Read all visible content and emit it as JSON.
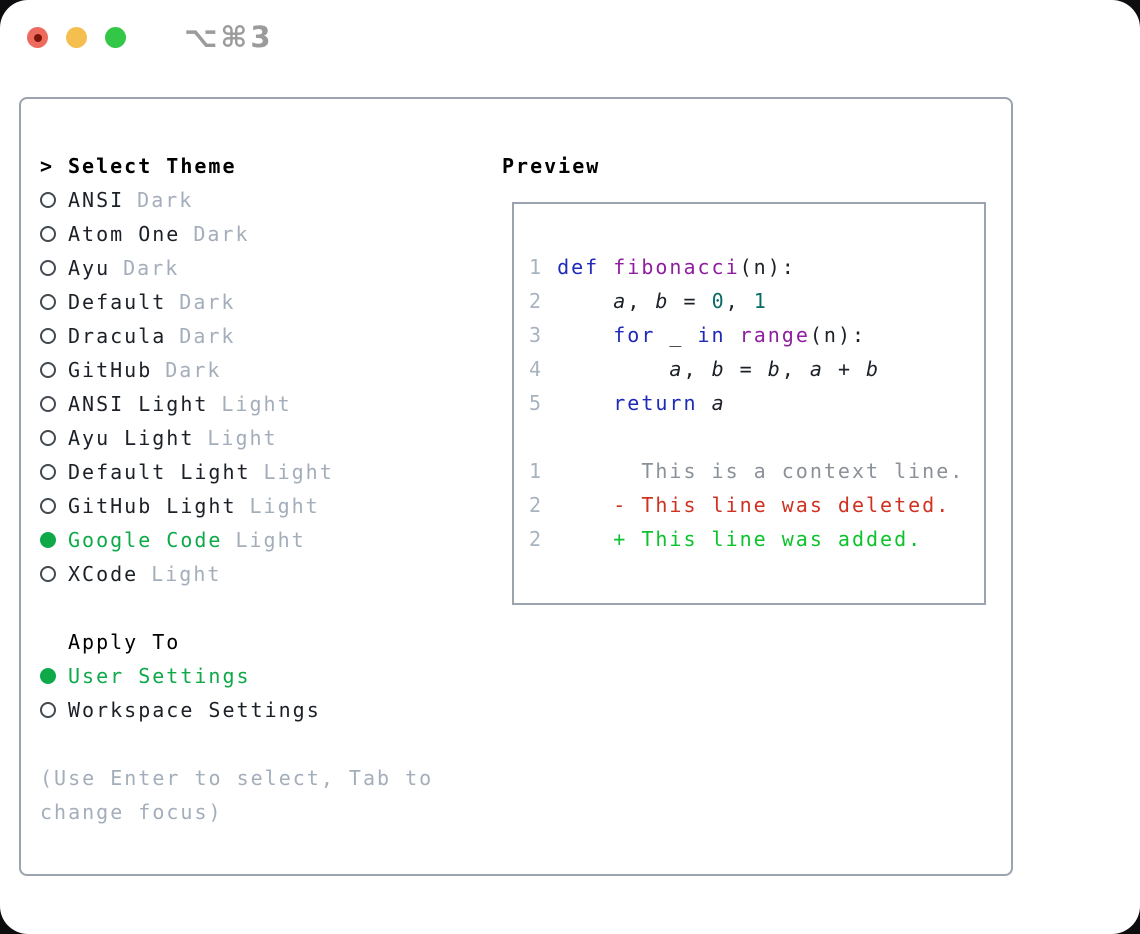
{
  "window": {
    "title": "⌥⌘3"
  },
  "theme_picker": {
    "focus_indicator": ">",
    "header": "Select Theme",
    "items": [
      {
        "label": "ANSI",
        "variant": "Dark",
        "selected": false
      },
      {
        "label": "Atom One",
        "variant": "Dark",
        "selected": false
      },
      {
        "label": "Ayu",
        "variant": "Dark",
        "selected": false
      },
      {
        "label": "Default",
        "variant": "Dark",
        "selected": false
      },
      {
        "label": "Dracula",
        "variant": "Dark",
        "selected": false
      },
      {
        "label": "GitHub",
        "variant": "Dark",
        "selected": false
      },
      {
        "label": "ANSI Light",
        "variant": "Light",
        "selected": false
      },
      {
        "label": "Ayu Light",
        "variant": "Light",
        "selected": false
      },
      {
        "label": "Default Light",
        "variant": "Light",
        "selected": false
      },
      {
        "label": "GitHub Light",
        "variant": "Light",
        "selected": false
      },
      {
        "label": "Google Code",
        "variant": "Light",
        "selected": true
      },
      {
        "label": "XCode",
        "variant": "Light",
        "selected": false
      }
    ]
  },
  "apply_to": {
    "header": "Apply To",
    "items": [
      {
        "label": "User Settings",
        "selected": true
      },
      {
        "label": "Workspace Settings",
        "selected": false
      }
    ]
  },
  "help_text": "(Use Enter to select, Tab to change focus)",
  "preview": {
    "header": "Preview",
    "lines": [
      {
        "name": "code-line-1",
        "tokens": [
          [
            "ln",
            "1 "
          ],
          [
            "kw",
            "def"
          ],
          [
            "pl",
            " "
          ],
          [
            "fn",
            "fibonacci"
          ],
          [
            "pl",
            "(n):"
          ]
        ]
      },
      {
        "name": "code-line-2",
        "tokens": [
          [
            "ln",
            "2 "
          ],
          [
            "pl",
            "    "
          ],
          [
            "var",
            "a"
          ],
          [
            "pl",
            ", "
          ],
          [
            "var",
            "b"
          ],
          [
            "pl",
            " = "
          ],
          [
            "num",
            "0"
          ],
          [
            "pl",
            ", "
          ],
          [
            "num",
            "1"
          ]
        ]
      },
      {
        "name": "code-line-3",
        "tokens": [
          [
            "ln",
            "3 "
          ],
          [
            "pl",
            "    "
          ],
          [
            "kw",
            "for"
          ],
          [
            "pl",
            " _ "
          ],
          [
            "kw",
            "in"
          ],
          [
            "pl",
            " "
          ],
          [
            "fn",
            "range"
          ],
          [
            "pl",
            "(n):"
          ]
        ]
      },
      {
        "name": "code-line-4",
        "tokens": [
          [
            "ln",
            "4 "
          ],
          [
            "pl",
            "        "
          ],
          [
            "var",
            "a"
          ],
          [
            "pl",
            ", "
          ],
          [
            "var",
            "b"
          ],
          [
            "pl",
            " = "
          ],
          [
            "var",
            "b"
          ],
          [
            "pl",
            ", "
          ],
          [
            "var",
            "a"
          ],
          [
            "pl",
            " + "
          ],
          [
            "var",
            "b"
          ]
        ]
      },
      {
        "name": "code-line-5",
        "tokens": [
          [
            "ln",
            "5 "
          ],
          [
            "pl",
            "    "
          ],
          [
            "kw",
            "return"
          ],
          [
            "pl",
            " "
          ],
          [
            "var",
            "a"
          ]
        ]
      },
      {
        "name": "blank-line",
        "tokens": []
      },
      {
        "name": "diff-context-line",
        "tokens": [
          [
            "ln",
            "1"
          ],
          [
            "ctx",
            "       This is a context line."
          ]
        ]
      },
      {
        "name": "diff-deleted-line",
        "tokens": [
          [
            "ln",
            "2"
          ],
          [
            "del",
            "     - This line was deleted."
          ]
        ]
      },
      {
        "name": "diff-added-line",
        "tokens": [
          [
            "ln",
            "2"
          ],
          [
            "add",
            "     + This line was added."
          ]
        ]
      }
    ]
  },
  "colors": {
    "accent_green": "#0fa94a",
    "diff_deleted_red": "#ce3322",
    "diff_added_green": "#0cc32c",
    "diff_context_gray": "#8b9199",
    "keyword_blue": "#1e2ab8",
    "function_purple": "#8e1f9f",
    "literal_teal": "#0a6a66",
    "line_number_gray": "#a8b3c0",
    "muted_gray": "#a4aebb",
    "text_dark": "#1c2128",
    "panel_border_gray": "#9aa3ae",
    "traffic_red": "#ed6a5e",
    "traffic_yellow": "#f5bf4f",
    "traffic_green": "#33c748"
  }
}
